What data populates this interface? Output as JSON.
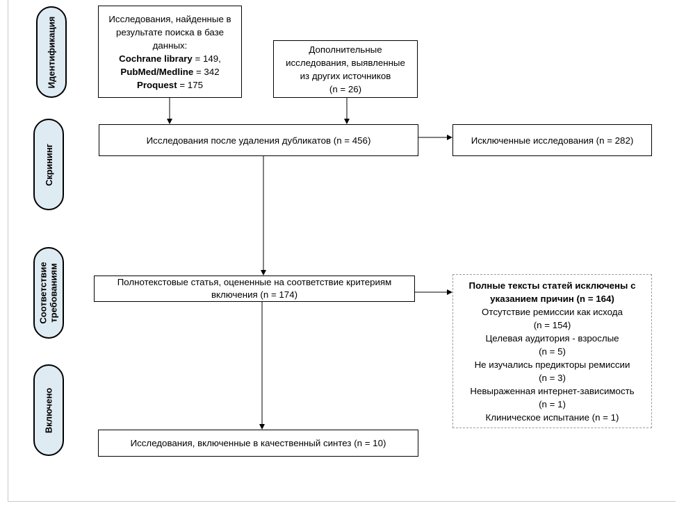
{
  "stages": {
    "identification": "Идентификация",
    "screening": "Скрининг",
    "eligibility": "Соответствие\nтребованиям",
    "included": "Включено"
  },
  "search_box": {
    "intro": "Исследования, найденные в результате поиска в базе данных:",
    "cochrane_label": "Cochrane library",
    "cochrane_value": " = 149,",
    "pubmed_label": "PubMed/Medline",
    "pubmed_value": " = 342",
    "proquest_label": "Proquest",
    "proquest_value": " = 175"
  },
  "other_box": {
    "line1": "Дополнительные",
    "line2": "исследования, выявленные",
    "line3": "из других источников",
    "line4": "(n = 26)"
  },
  "dedup_box": "Исследования после удаления дубликатов (n = 456)",
  "excluded_box": "Исключенные исследования (n = 282)",
  "fulltext_box": "Полнотекстовые статья, оцененные на соответствие критериям включения (n = 174)",
  "excluded_full": {
    "title": "Полные тексты статей исключены с указанием причин (n = 164)",
    "r1": "Отсутствие ремиссии как исхода",
    "r1n": "(n = 154)",
    "r2": "Целевая аудитория - взрослые",
    "r2n": "(n = 5)",
    "r3": "Не изучались предикторы ремиссии",
    "r3n": "(n = 3)",
    "r4": "Невыраженная интернет-зависимость",
    "r4n": "(n = 1)",
    "r5": "Клиническое испытание (n = 1)"
  },
  "included_box": "Исследования, включенные в качественный синтез (n = 10)"
}
